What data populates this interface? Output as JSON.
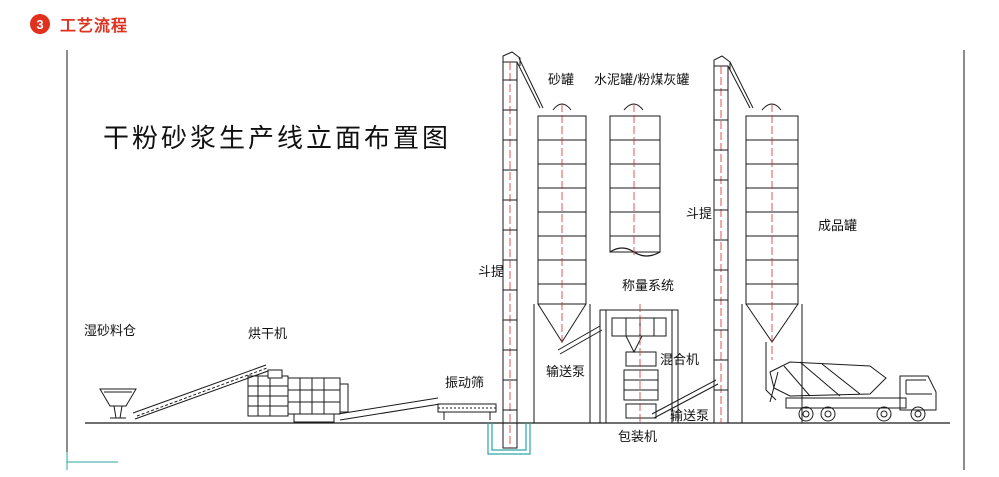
{
  "header": {
    "number": "3",
    "title": "工艺流程"
  },
  "diagram": {
    "title": "干粉砂浆生产线立面布置图",
    "labels": {
      "sand_tank": "砂罐",
      "cement_ash_tank": "水泥罐/粉煤灰罐",
      "bucket_elevator_left": "斗提",
      "bucket_elevator_right": "斗提",
      "product_tank": "成品罐",
      "weighing_system": "称量系统",
      "wet_sand_bin": "湿砂料仓",
      "dryer": "烘干机",
      "vibrating_screen": "振动筛",
      "conveyor_pump_left": "输送泵",
      "mixer": "混合机",
      "conveyor_pump_right": "输送泵",
      "packing_machine": "包装机"
    }
  },
  "colors": {
    "accent": "#e0301e",
    "line": "#1a1a1a",
    "centerline": "#d03030",
    "pit": "#2aa6a6"
  }
}
